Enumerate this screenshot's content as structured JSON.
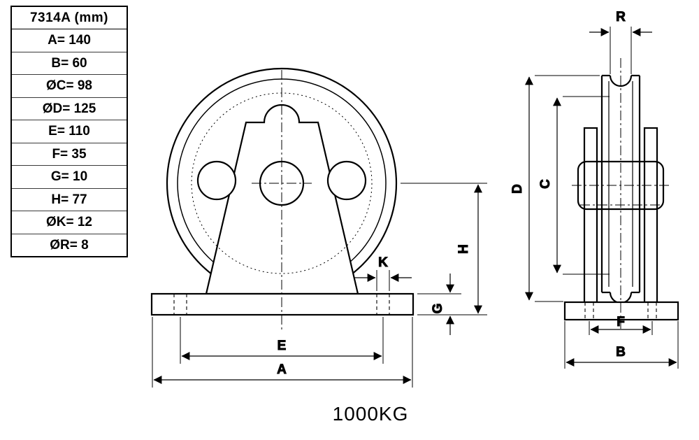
{
  "table": {
    "header": "7314A  (mm)",
    "rows": [
      "A= 140",
      "B= 60",
      "ØC= 98",
      "ØD= 125",
      "E= 110",
      "F= 35",
      "G= 10",
      "H= 77",
      "ØK= 12",
      "ØR= 8"
    ]
  },
  "dims": {
    "a": "A",
    "b": "B",
    "c": "C",
    "d": "D",
    "e": "E",
    "f": "F",
    "g": "G",
    "h": "H",
    "k": "K",
    "r": "R"
  },
  "weight": "1000KG",
  "colors": {
    "ink": "#000000",
    "background": "#ffffff"
  }
}
